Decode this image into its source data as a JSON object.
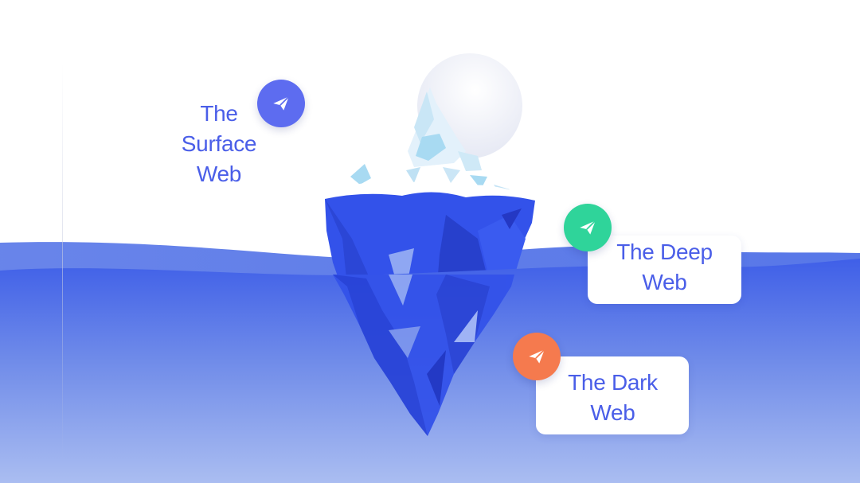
{
  "labels": {
    "surface": {
      "line1": "The",
      "line2": "Surface",
      "line3": "Web"
    },
    "deep": {
      "line1": "The Deep",
      "line2": "Web"
    },
    "dark": {
      "line1": "The Dark",
      "line2": "Web"
    }
  },
  "icons": {
    "surface": "paper-plane-icon",
    "deep": "paper-plane-icon",
    "dark": "paper-plane-icon"
  },
  "colors": {
    "label_text": "#4a5ee8",
    "surface_badge": "#5d6cf0",
    "deep_badge": "#2fd49a",
    "dark_badge": "#f57a4e",
    "iceberg": "#2f4fe6",
    "water_top": "#3a5ee8",
    "water_bottom": "#a9bdf1"
  }
}
